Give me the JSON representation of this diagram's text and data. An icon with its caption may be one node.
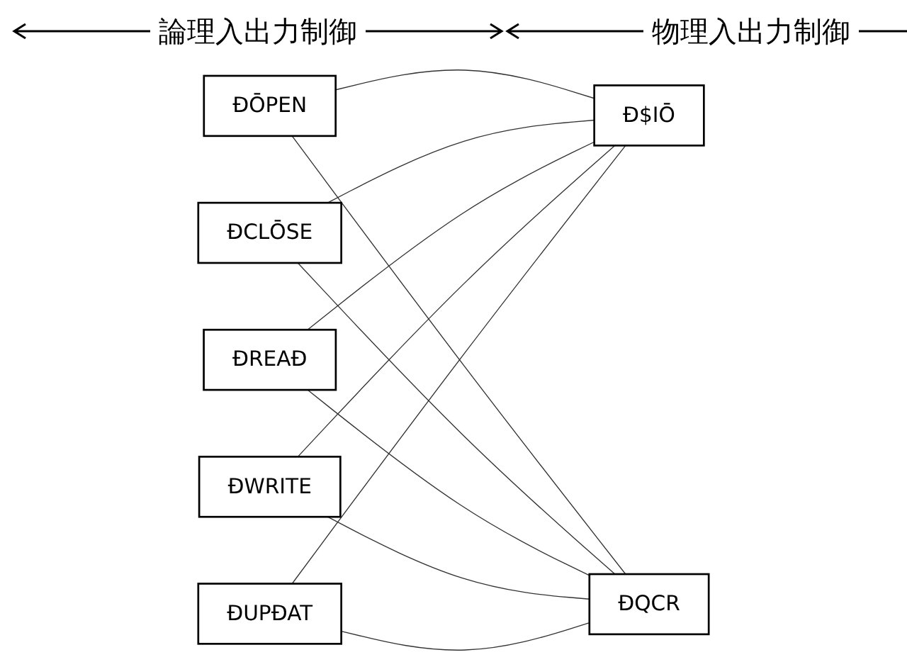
{
  "diagram": {
    "nodes": [
      {
        "text": [
          "ĐŌPEN"
        ]
      },
      {
        "text": [
          "ĐCLŌSE"
        ]
      },
      {
        "text": [
          "ĐREAĐ"
        ]
      },
      {
        "text": [
          "ĐWRITE"
        ]
      },
      {
        "text": [
          "ĐUPĐAT"
        ]
      },
      {
        "text": [
          "Đ$IŌ"
        ]
      },
      {
        "text": [
          "ĐQCR"
        ]
      }
    ],
    "edges": [
      {
        "from": 0,
        "to": 5,
        "arrow": "none"
      },
      {
        "from": 0,
        "to": 6,
        "arrow": "none"
      },
      {
        "from": 1,
        "to": 5,
        "arrow": "none"
      },
      {
        "from": 1,
        "to": 6,
        "arrow": "none"
      },
      {
        "from": 2,
        "to": 5,
        "arrow": "none"
      },
      {
        "from": 2,
        "to": 6,
        "arrow": "none"
      },
      {
        "from": 3,
        "to": 5,
        "arrow": "none"
      },
      {
        "from": 3,
        "to": 6,
        "arrow": "none"
      },
      {
        "from": 4,
        "to": 5,
        "arrow": "none"
      },
      {
        "from": 4,
        "to": 6,
        "arrow": "none"
      }
    ],
    "labels": [
      "論理入出力制御",
      "物理入出力制御"
    ]
  }
}
